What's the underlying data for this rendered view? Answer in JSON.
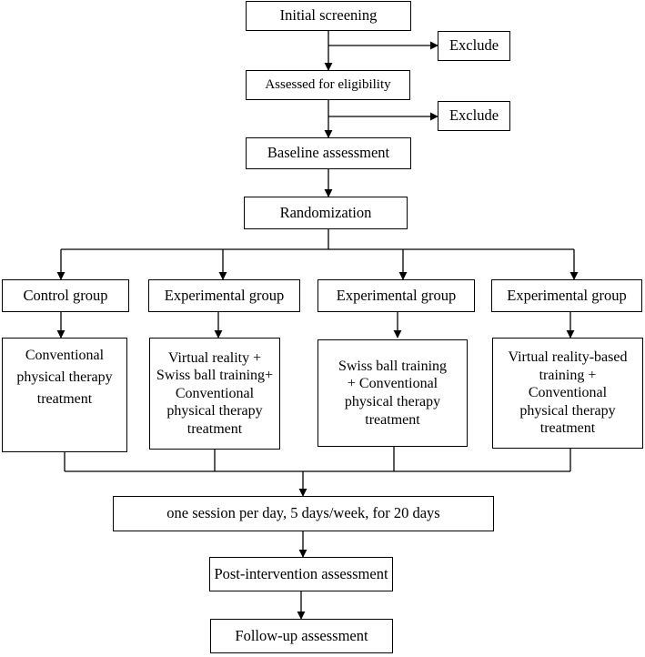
{
  "diagram": {
    "nodes": {
      "initial_screening": "Initial screening",
      "exclude_1": "Exclude",
      "assessed_eligibility": "Assessed for eligibility",
      "exclude_2": "Exclude",
      "baseline": "Baseline assessment",
      "randomization": "Randomization",
      "group_1": "Control group",
      "group_2": "Experimental group",
      "group_3": "Experimental group",
      "group_4": "Experimental group",
      "treatment_1": "Conventional\nphysical therapy\ntreatment",
      "treatment_2": "Virtual reality +\nSwiss ball training+\nConventional\nphysical therapy\ntreatment",
      "treatment_3": "Swiss ball training\n+ Conventional\nphysical therapy\ntreatment",
      "treatment_4": "Virtual reality-based\ntraining +\nConventional\nphysical therapy\ntreatment",
      "session_schedule": "one session per day, 5 days/week, for 20 days",
      "post_intervention": "Post-intervention assessment",
      "follow_up": "Follow-up assessment"
    }
  }
}
